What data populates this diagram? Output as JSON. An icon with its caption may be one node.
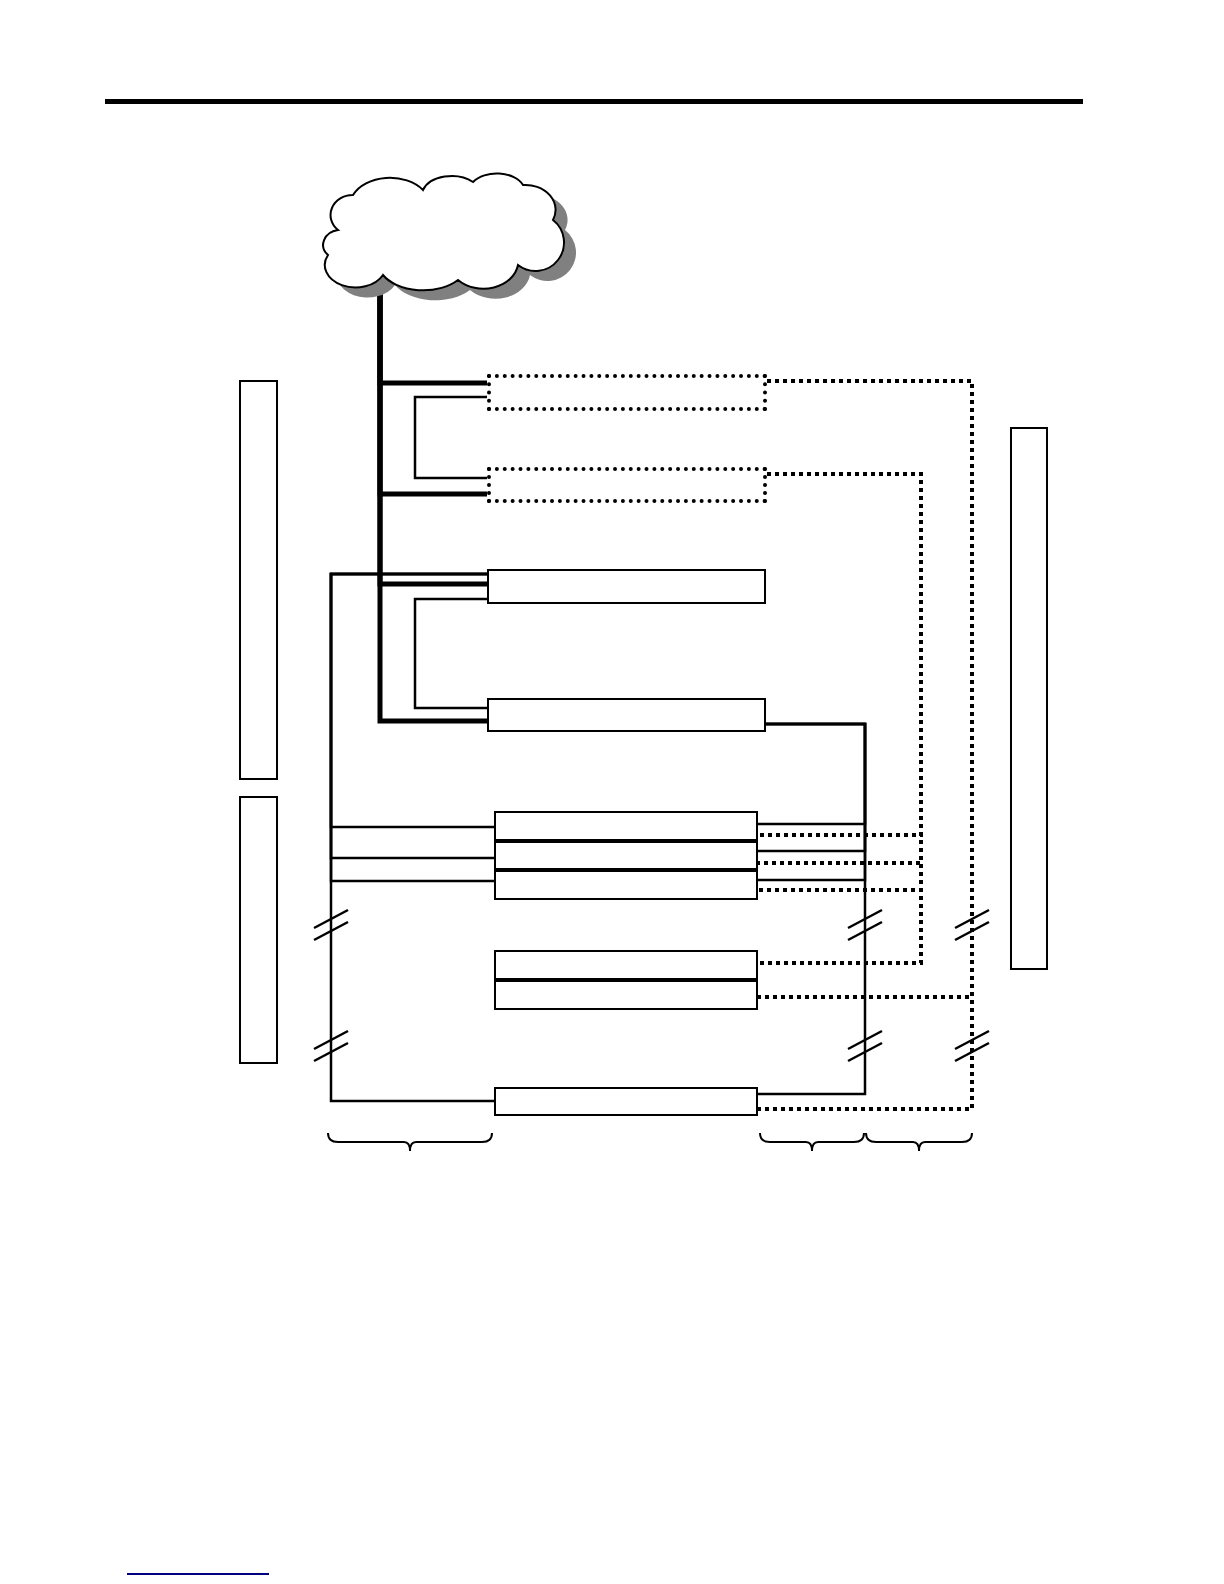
{
  "diagram": {
    "nodes": [
      {
        "text": [],
        "shape": "cloud"
      },
      {
        "text": [],
        "shape": "box"
      },
      {
        "text": [],
        "shape": "box"
      },
      {
        "text": [],
        "shape": "box"
      },
      {
        "text": [],
        "shape": "box"
      },
      {
        "text": [],
        "shape": "box"
      },
      {
        "text": [],
        "shape": "box"
      },
      {
        "text": [],
        "shape": "box"
      },
      {
        "text": [],
        "shape": "box"
      },
      {
        "text": [],
        "shape": "box"
      },
      {
        "text": [],
        "shape": "box"
      },
      {
        "text": [],
        "shape": "box"
      },
      {
        "text": [],
        "shape": "box"
      },
      {
        "text": [],
        "shape": "box"
      }
    ],
    "edges": [
      {
        "from": 0,
        "to": 1,
        "arrow": "none",
        "style": "thick"
      },
      {
        "from": 0,
        "to": 2,
        "arrow": "none",
        "style": "thick"
      },
      {
        "from": 0,
        "to": 3,
        "arrow": "none",
        "style": "thick"
      },
      {
        "from": 0,
        "to": 4,
        "arrow": "none",
        "style": "thick"
      },
      {
        "from": 1,
        "to": 2,
        "arrow": "none"
      },
      {
        "from": 3,
        "to": 4,
        "arrow": "none"
      },
      {
        "from": 3,
        "to": 5,
        "arrow": "none"
      },
      {
        "from": 3,
        "to": 6,
        "arrow": "none"
      },
      {
        "from": 3,
        "to": 7,
        "arrow": "none"
      },
      {
        "from": 3,
        "to": 10,
        "arrow": "none"
      },
      {
        "from": 4,
        "to": 5,
        "arrow": "none"
      },
      {
        "from": 4,
        "to": 6,
        "arrow": "none"
      },
      {
        "from": 4,
        "to": 7,
        "arrow": "none"
      },
      {
        "from": 4,
        "to": 10,
        "arrow": "none"
      },
      {
        "from": 2,
        "to": 5,
        "arrow": "none",
        "style": "dashed"
      },
      {
        "from": 2,
        "to": 6,
        "arrow": "none",
        "style": "dashed"
      },
      {
        "from": 2,
        "to": 7,
        "arrow": "none",
        "style": "dashed"
      },
      {
        "from": 2,
        "to": 8,
        "arrow": "none",
        "style": "dashed"
      },
      {
        "from": 1,
        "to": 9,
        "arrow": "none",
        "style": "dashed"
      },
      {
        "from": 1,
        "to": 10,
        "arrow": "none",
        "style": "dashed"
      }
    ]
  }
}
